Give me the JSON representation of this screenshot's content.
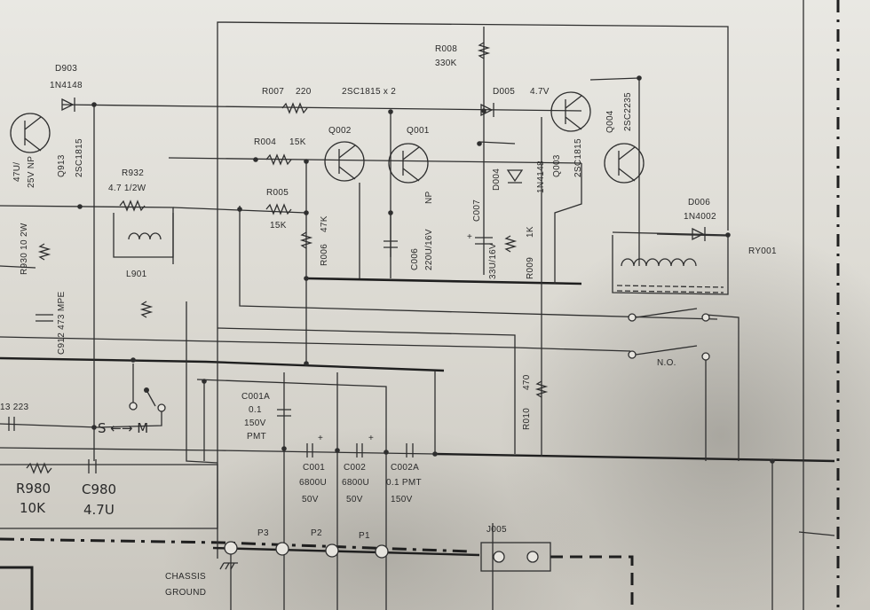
{
  "components": {
    "d903": {
      "ref": "D903",
      "part": "1N4148"
    },
    "q913": {
      "ref": "Q913",
      "part": "2SC1815"
    },
    "c_left": {
      "value": "47U/",
      "rating": "25V NP"
    },
    "r932": {
      "ref": "R932",
      "value": "4.7 1/2W"
    },
    "l901": {
      "ref": "L901"
    },
    "r930": {
      "ref": "R930 10 2W"
    },
    "c912": {
      "ref": "C912 473 MPE"
    },
    "c_partial": {
      "ref": "13 223"
    },
    "switch_sm": {
      "label": "S ←→ M"
    },
    "r980": {
      "ref": "R980",
      "value": "10K"
    },
    "c980": {
      "ref": "C980",
      "value": "4.7U"
    },
    "r007": {
      "ref": "R007",
      "value": "220"
    },
    "q_pair_note": "2SC1815 x 2",
    "r008": {
      "ref": "R008",
      "value": "330K"
    },
    "d005": {
      "ref": "D005",
      "value": "4.7V"
    },
    "r004": {
      "ref": "R004",
      "value": "15K"
    },
    "q002": {
      "ref": "Q002"
    },
    "q001": {
      "ref": "Q001"
    },
    "r005": {
      "ref": "R005",
      "value": "15K"
    },
    "r006": {
      "ref": "R006",
      "value": "47K"
    },
    "c006": {
      "ref": "C006",
      "value": "220U/16V",
      "type": "NP"
    },
    "c007": {
      "ref": "C007",
      "value": "33U/16V",
      "polarity": "+"
    },
    "r009": {
      "ref": "R009",
      "value": "1K"
    },
    "d004": {
      "ref": "D004",
      "part": "1N4148"
    },
    "q003": {
      "ref": "Q003",
      "part": "2SC1815"
    },
    "q004": {
      "ref": "Q004",
      "part": "2SC2235"
    },
    "d006": {
      "ref": "D006",
      "part": "1N4002"
    },
    "ry001": {
      "ref": "RY001"
    },
    "no_contact": {
      "label": "N.O."
    },
    "r010": {
      "ref": "R010",
      "value": "470"
    },
    "c001a": {
      "ref": "C001A",
      "value": "0.1",
      "voltage": "150V",
      "type": "PMT"
    },
    "c001": {
      "ref": "C001",
      "value": "6800U",
      "voltage": "50V",
      "polarity": "+"
    },
    "c002": {
      "ref": "C002",
      "value": "6800U",
      "voltage": "50V",
      "polarity": "+"
    },
    "c002a": {
      "ref": "C002A",
      "value": "0.1 PMT",
      "voltage": "150V"
    },
    "j005": {
      "ref": "J005"
    },
    "p3": {
      "ref": "P3"
    },
    "p2": {
      "ref": "P2"
    },
    "p1": {
      "ref": "P1"
    },
    "chassis": {
      "line1": "CHASSIS",
      "line2": "GROUND"
    }
  }
}
